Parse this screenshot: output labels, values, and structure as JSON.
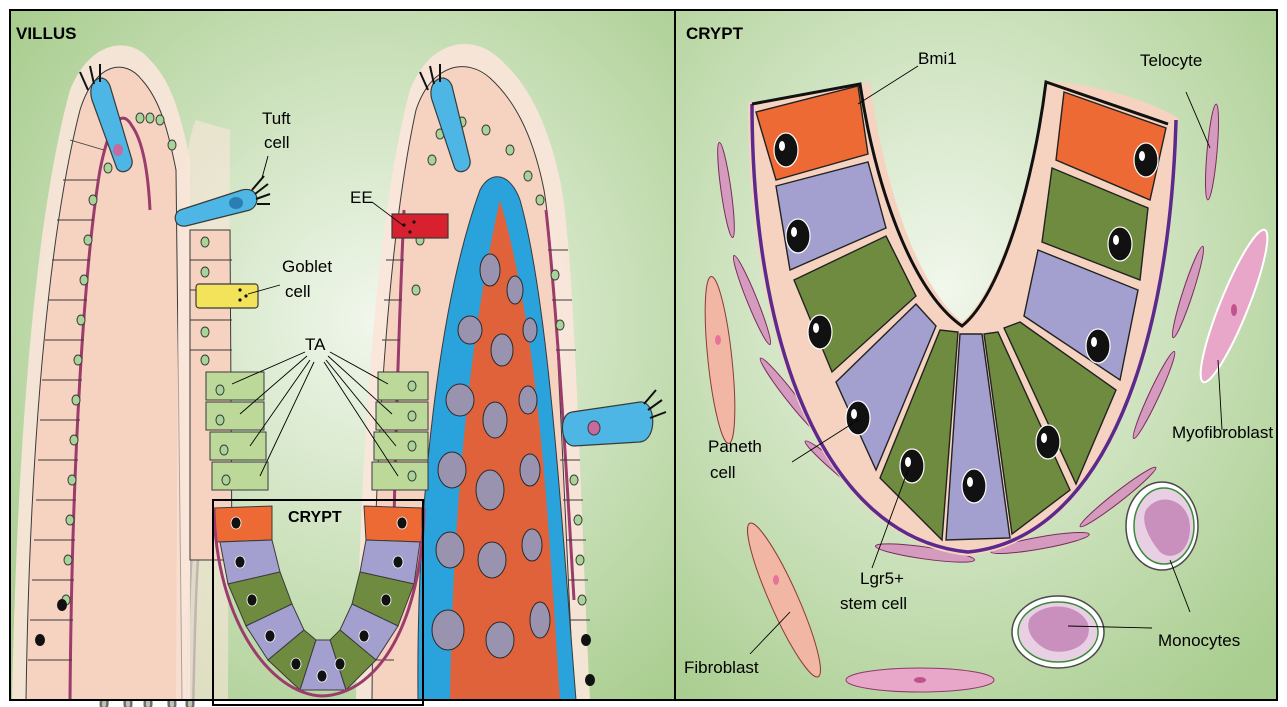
{
  "left_panel": {
    "title": "VILLUS",
    "labels": {
      "tuft": [
        "Tuft",
        "cell"
      ],
      "ee": "EE",
      "goblet": [
        "Goblet",
        "cell"
      ],
      "ta": "TA",
      "crypt_box": "CRYPT"
    }
  },
  "right_panel": {
    "title": "CRYPT",
    "labels": {
      "bmi1": "Bmi1",
      "telocyte": "Telocyte",
      "myofibroblast": "Myofibroblast",
      "paneth": [
        "Paneth",
        "cell"
      ],
      "lgr5": [
        "Lgr5+",
        "stem cell"
      ],
      "fibroblast": "Fibroblast",
      "monocytes": "Monocytes"
    }
  },
  "colors": {
    "background": "#c4deb1",
    "background_light": "#eef6e8",
    "epithelium": "#f6d3c0",
    "basement": "#9c3c6c",
    "nucleus": "#a8d49a",
    "tuft": "#4db6e4",
    "ee": "#d9202e",
    "goblet": "#f2e35a",
    "ta": "#bcd99a",
    "bmi1": "#ee6a34",
    "paneth": "#a3a0cf",
    "lgr5": "#6f8b3f",
    "capillary": "#2aa2dc",
    "lymph": "#e0623a",
    "telocyte": "#d59bbf",
    "monocyte": "#d9a3cc",
    "crypt_outline": "#5a2a8c"
  }
}
